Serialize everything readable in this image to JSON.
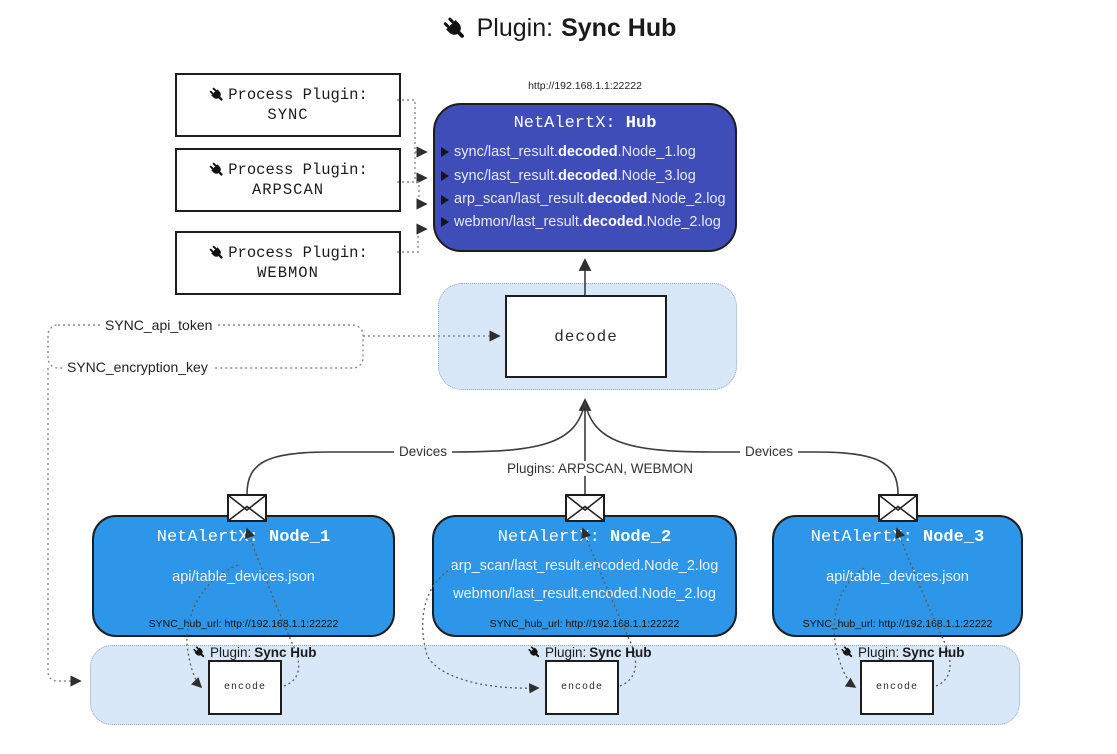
{
  "title": {
    "icon": "plug-icon",
    "prefix": "Plugin: ",
    "bold": "Sync Hub"
  },
  "hub": {
    "url": "http://192.168.1.1:22222",
    "title_prefix": "NetAlertX: ",
    "title_bold": "Hub",
    "logs": [
      {
        "pre": "sync/last_result.",
        "bold": "decoded",
        "post": ".Node_1.log"
      },
      {
        "pre": "sync/last_result.",
        "bold": "decoded",
        "post": ".Node_3.log"
      },
      {
        "pre": "arp_scan/last_result.",
        "bold": "decoded",
        "post": ".Node_2.log"
      },
      {
        "pre": "webmon/last_result.",
        "bold": "decoded",
        "post": ".Node_2.log"
      }
    ]
  },
  "process_plugins": [
    {
      "label": "Process Plugin:",
      "name": "SYNC"
    },
    {
      "label": "Process Plugin:",
      "name": "ARPSCAN"
    },
    {
      "label": "Process Plugin:",
      "name": "WEBMON"
    }
  ],
  "secrets": {
    "api_token": "SYNC_api_token",
    "encryption_key": "SYNC_encryption_key"
  },
  "decode": {
    "label": "decode"
  },
  "edge_labels": {
    "left": "Devices",
    "center": "Plugins: ARPSCAN, WEBMON",
    "right": "Devices"
  },
  "nodes": [
    {
      "icon": "envelope-icon",
      "title_prefix": "NetAlertX: ",
      "title_bold": "Node_1",
      "files": [
        "api/table_devices.json"
      ],
      "hub_url": "SYNC_hub_url: http://192.168.1.1:22222"
    },
    {
      "icon": "envelope-icon",
      "title_prefix": "NetAlertX: ",
      "title_bold": "Node_2",
      "files": [
        "arp_scan/last_result.encoded.Node_2.log",
        "webmon/last_result.encoded.Node_2.log"
      ],
      "hub_url": "SYNC_hub_url: http://192.168.1.1:22222"
    },
    {
      "icon": "envelope-icon",
      "title_prefix": "NetAlertX: ",
      "title_bold": "Node_3",
      "files": [
        "api/table_devices.json"
      ],
      "hub_url": "SYNC_hub_url: http://192.168.1.1:22222"
    }
  ],
  "encoders": [
    {
      "icon": "plug-icon",
      "label_prefix": "Plugin: ",
      "label_bold": "Sync Hub",
      "box": "encode"
    },
    {
      "icon": "plug-icon",
      "label_prefix": "Plugin: ",
      "label_bold": "Sync Hub",
      "box": "encode"
    },
    {
      "icon": "plug-icon",
      "label_prefix": "Plugin: ",
      "label_bold": "Sync Hub",
      "box": "encode"
    }
  ],
  "colors": {
    "hub_bg": "#3E4DB8",
    "node_bg": "#2D96E8",
    "panel_bg": "#D8E8F8"
  }
}
